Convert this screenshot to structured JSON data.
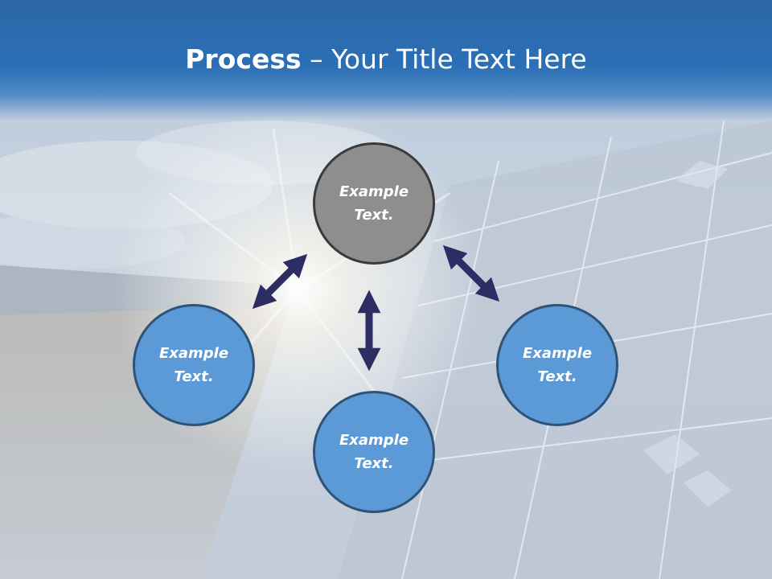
{
  "slide": {
    "title_bold": "Process",
    "title_rest": " – Your Title Text Here"
  },
  "diagram": {
    "nodes": [
      {
        "id": "top",
        "text": "Example\nText.",
        "fill": "#8e8e8e"
      },
      {
        "id": "left",
        "text": "Example\nText.",
        "fill": "#5b9ad6"
      },
      {
        "id": "bottom",
        "text": "Example\nText.",
        "fill": "#5b9ad6"
      },
      {
        "id": "right",
        "text": "Example\nText.",
        "fill": "#5b9ad6"
      }
    ],
    "arrow_color": "#2b2d63"
  },
  "colors": {
    "header": "#2b6fb6",
    "circle_blue": "#5b9ad6",
    "circle_gray": "#8e8e8e",
    "arrow": "#2b2d63"
  }
}
